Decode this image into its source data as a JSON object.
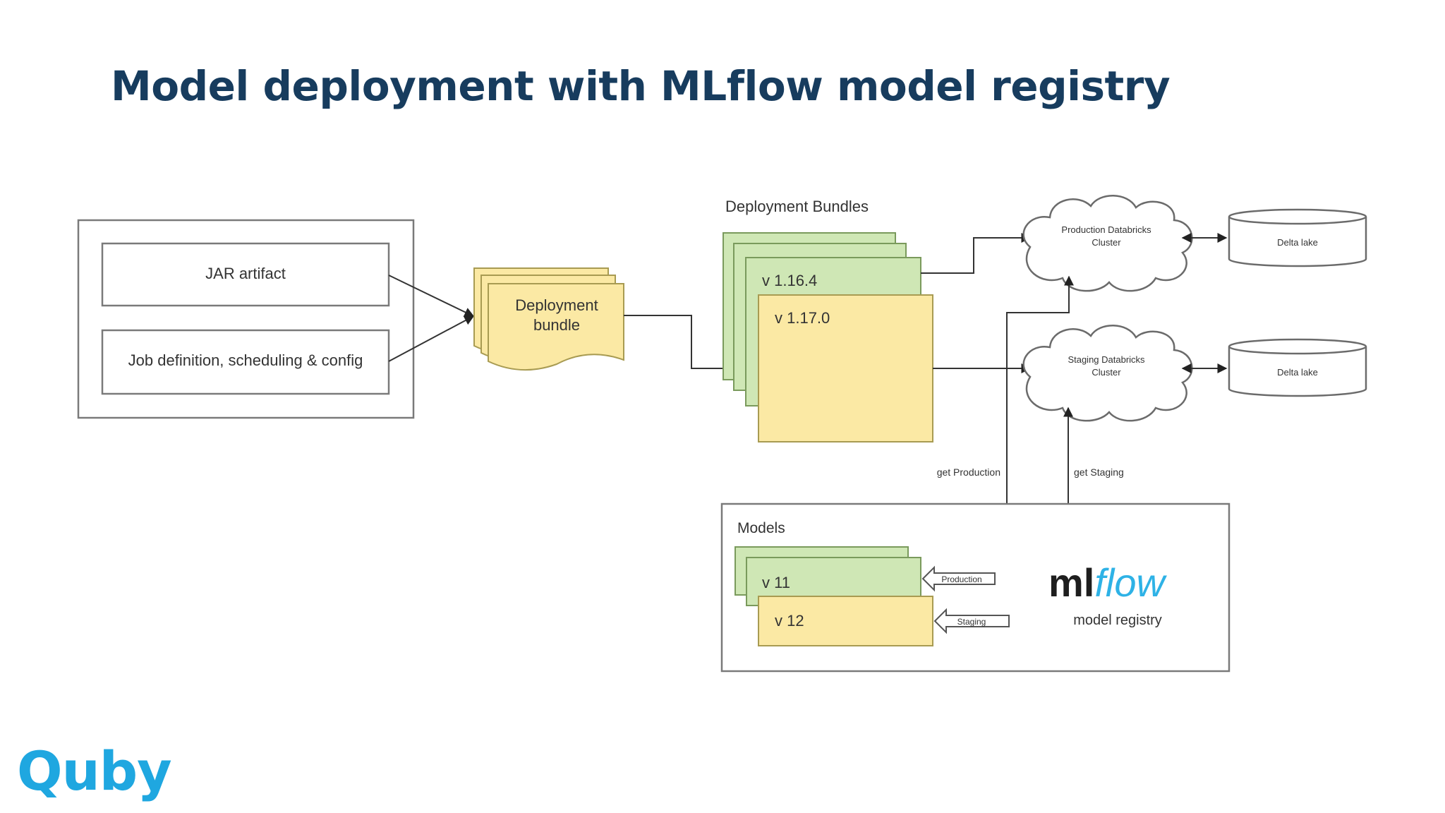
{
  "slide": {
    "title": "Model deployment with MLflow model registry",
    "logo_text": "Quby",
    "colors": {
      "title": "#173c5e",
      "logo": "#1fa7e0",
      "green_fill": "#cfe7b5",
      "yellow_fill": "#fbe9a4",
      "stroke": "#6b6b6b",
      "mlflow_blue": "#2eb2e6"
    }
  },
  "diagram": {
    "source": {
      "jar_artifact": "JAR artifact",
      "job_definition": "Job definition, scheduling & config"
    },
    "bundle": {
      "line1": "Deployment",
      "line2": "bundle"
    },
    "deployment_bundles": {
      "label": "Deployment Bundles",
      "v_previous": "v 1.16.4",
      "v_current": "v 1.17.0"
    },
    "clusters": {
      "production": {
        "line1": "Production Databricks",
        "line2": "Cluster"
      },
      "staging": {
        "line1": "Staging Databricks",
        "line2": "Cluster"
      }
    },
    "delta_lake_top": "Delta lake",
    "delta_lake_bottom": "Delta lake",
    "get_production": "get Production",
    "get_staging": "get Staging",
    "models": {
      "label": "Models",
      "v_11": "v 11",
      "v_12": "v 12",
      "production_tag": "Production",
      "staging_tag": "Staging"
    },
    "mlflow": {
      "ml": "ml",
      "flow": "flow",
      "subtitle": "model registry"
    }
  }
}
